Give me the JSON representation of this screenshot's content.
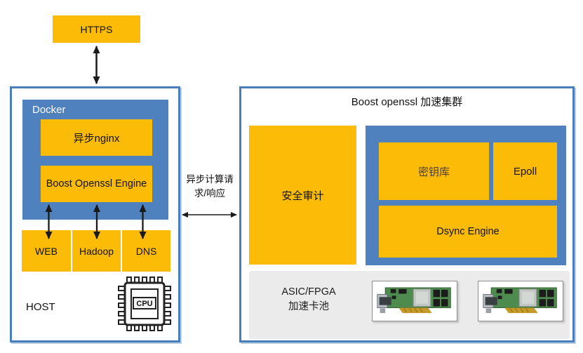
{
  "colors": {
    "accent_yellow": "#FCBB06",
    "accent_blue": "#4E81BD",
    "panel_border_blue": "#4A7EBB",
    "pool_gray": "#EBEBEB",
    "arrow_black": "#1a1a1a"
  },
  "https_label": "HTTPS",
  "host": {
    "label": "HOST",
    "docker": {
      "label": "Docker",
      "nginx_label": "异步nginx",
      "engine_label": "Boost Openssl Engine"
    },
    "services": [
      {
        "label": "WEB"
      },
      {
        "label": "Hadoop"
      },
      {
        "label": "DNS"
      }
    ],
    "cpu_label": "CPU"
  },
  "link": {
    "label_line1": "异步计算请",
    "label_line2": "求/响应"
  },
  "cluster": {
    "title": "Boost openssl 加速集群",
    "audit_label": "安全审计",
    "keystore_label": "密钥库",
    "epoll_label": "Epoll",
    "dsync_label": "Dsync Engine",
    "card_pool": {
      "label_line1": "ASIC/FPGA",
      "label_line2": "加速卡池"
    }
  }
}
